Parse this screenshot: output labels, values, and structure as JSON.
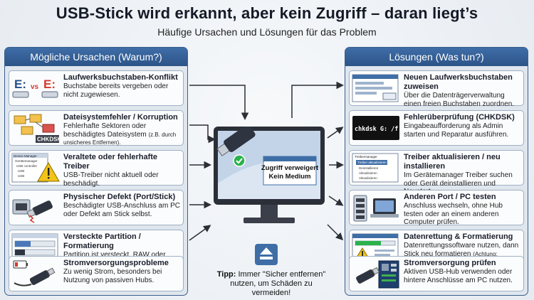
{
  "header": {
    "title": "USB-Stick wird erkannt, aber kein Zugriff – daran liegt’s",
    "subtitle": "Häufige Ursachen und Lösungen für das Problem"
  },
  "left_panel": {
    "title": "Mögliche Ursachen (Warum?)",
    "items": [
      {
        "title": "Laufwerksbuchstaben-Konflikt",
        "desc": "Buchstabe bereits vergeben oder nicht zugewiesen.",
        "icon": "drive-letter-conflict-icon",
        "icon_text": {
          "e1": "E:",
          "vs": "vs",
          "e2": "E:"
        }
      },
      {
        "title": "Dateisystemfehler / Korruption",
        "desc": "Fehlerhafte Sektoren oder beschädigtes Dateisystem",
        "note": "(z.B. durch unsicheres Entfernen).",
        "icon": "corrupted-folders-icon",
        "icon_text": {
          "label": "CHKDSK"
        }
      },
      {
        "title": "Veraltete oder fehlerhafte Treiber",
        "desc": "USB-Treiber nicht aktuell oder beschädigt.",
        "icon": "device-manager-warning-icon",
        "icon_text": {
          "w": "Device Manager",
          "l1": "Gerätemanager",
          "l2": "USB controller",
          "l3": "USB",
          "l4": "USB"
        }
      },
      {
        "title": "Physischer Defekt (Port/Stick)",
        "desc": "Beschädigter USB-Anschluss am PC oder Defekt am Stick selbst.",
        "icon": "broken-usb-stick-icon"
      },
      {
        "title": "Versteckte Partition / Formatierung",
        "desc": "Partition ist versteckt, RAW oder muss formatiert werden.",
        "icon": "partition-window-icon"
      },
      {
        "title": "Stromversorgungsprobleme",
        "desc": "Zu wenig Strom, besonders bei Nutzung von passiven Hubs.",
        "icon": "low-battery-usb-icon"
      }
    ]
  },
  "right_panel": {
    "title": "Lösungen (Was tun?)",
    "items": [
      {
        "title": "Neuen Laufwerksbuchstaben zuweisen",
        "desc": "Über die Datenträgerverwaltung einen freien Buchstaben zuordnen.",
        "icon": "disk-management-window-icon"
      },
      {
        "title": "Fehlerüberprüfung (CHKDSK)",
        "desc": "Eingabeaufforderung als Admin starten und Reparatur ausführen.",
        "icon": "command-prompt-icon",
        "icon_text": {
          "cmd": "chkdsk G: /f /r"
        }
      },
      {
        "title": "Treiber aktualisieren / neu installieren",
        "desc": "Im Gerätemanager Treiber suchen oder Gerät deinstallieren und Neustart.",
        "icon": "driver-update-menu-icon",
        "icon_text": {
          "w": "Treibermanager",
          "h": "Treiber aktualisieren",
          "m1": "Deinstallieren",
          "m2": "Aktualisieren",
          "m3": "Aktualisieren"
        }
      },
      {
        "title": "Anderen Port / PC testen",
        "desc": "Anschluss wechseln, ohne Hub testen oder an einem anderen Computer prüfen.",
        "icon": "usb-ports-laptop-icon"
      },
      {
        "title": "Datenrettung & Formatierung",
        "desc": "Datenrettungssoftware nutzen, dann Stick neu formatieren",
        "note": "(Achtung: Datenverlust!).",
        "icon": "data-recovery-window-icon"
      },
      {
        "title": "Stromversorgung prüfen",
        "desc": "Aktiven USB-Hub verwenden oder hintere Anschlüsse am PC nutzen.",
        "icon": "powered-hub-motherboard-icon"
      }
    ]
  },
  "center": {
    "popup": "Zugriff verweigert\nKein Medium",
    "popup_line1": "Zugriff verweigert",
    "popup_line2": "Kein Medium",
    "icon": "monitor-usb-stick-icon"
  },
  "tip": {
    "label": "Tipp:",
    "text": "Immer \"Sicher entfernen\" nutzen, um Schäden zu vermeiden!",
    "icon": "safe-eject-icon"
  },
  "colors": {
    "panel_header": "#2f5a90",
    "accent_green": "#2bb24c",
    "warning_yellow": "#f2c41a",
    "error_red": "#d23a2e"
  }
}
